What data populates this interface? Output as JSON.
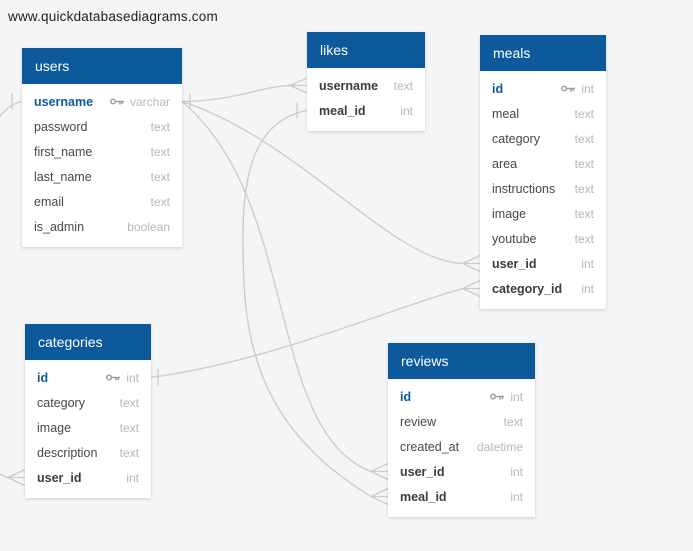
{
  "page": {
    "watermark": "www.quickdatabasediagrams.com"
  },
  "colors": {
    "canvas_bg": "#f4f5f6",
    "table_header_bg": "#0c5a9c",
    "table_header_text": "#ffffff",
    "pk_text": "#0e5a9d",
    "field_text": "#43484e",
    "type_text": "#b3b6ba",
    "relationship_line": "#c9cbcd"
  },
  "tables": {
    "users": {
      "title": "users",
      "fields": [
        {
          "name": "username",
          "type": "varchar",
          "key": "PK"
        },
        {
          "name": "password",
          "type": "text"
        },
        {
          "name": "first_name",
          "type": "text"
        },
        {
          "name": "last_name",
          "type": "text"
        },
        {
          "name": "email",
          "type": "text"
        },
        {
          "name": "is_admin",
          "type": "boolean"
        }
      ]
    },
    "likes": {
      "title": "likes",
      "fields": [
        {
          "name": "username",
          "type": "text",
          "key": "FK"
        },
        {
          "name": "meal_id",
          "type": "int",
          "key": "FK"
        }
      ]
    },
    "meals": {
      "title": "meals",
      "fields": [
        {
          "name": "id",
          "type": "int",
          "key": "PK"
        },
        {
          "name": "meal",
          "type": "text"
        },
        {
          "name": "category",
          "type": "text"
        },
        {
          "name": "area",
          "type": "text"
        },
        {
          "name": "instructions",
          "type": "text"
        },
        {
          "name": "image",
          "type": "text"
        },
        {
          "name": "youtube",
          "type": "text"
        },
        {
          "name": "user_id",
          "type": "int",
          "key": "FK"
        },
        {
          "name": "category_id",
          "type": "int",
          "key": "FK"
        }
      ]
    },
    "categories": {
      "title": "categories",
      "fields": [
        {
          "name": "id",
          "type": "int",
          "key": "PK"
        },
        {
          "name": "category",
          "type": "text"
        },
        {
          "name": "image",
          "type": "text"
        },
        {
          "name": "description",
          "type": "text"
        },
        {
          "name": "user_id",
          "type": "int",
          "key": "FK"
        }
      ]
    },
    "reviews": {
      "title": "reviews",
      "fields": [
        {
          "name": "id",
          "type": "int",
          "key": "PK"
        },
        {
          "name": "review",
          "type": "text"
        },
        {
          "name": "created_at",
          "type": "datetime"
        },
        {
          "name": "user_id",
          "type": "int",
          "key": "FK"
        },
        {
          "name": "meal_id",
          "type": "int",
          "key": "FK"
        }
      ]
    }
  },
  "relationships": [
    {
      "from": "users.username",
      "from_marker": "one",
      "to": "likes.username",
      "to_marker": "many"
    },
    {
      "from": "users.username",
      "from_marker": "one",
      "to": "meals.user_id",
      "to_marker": "many"
    },
    {
      "from": "users.username",
      "from_marker": "one",
      "to": "reviews.user_id",
      "to_marker": "many"
    },
    {
      "from": "users.username",
      "from_marker": "one",
      "to": "categories.user_id",
      "to_marker": "many"
    },
    {
      "from": "categories.id",
      "from_marker": "one",
      "to": "meals.category_id",
      "to_marker": "many"
    },
    {
      "from": "likes.meal_id",
      "from_marker": "one",
      "to": "reviews.meal_id",
      "to_marker": "many"
    }
  ]
}
